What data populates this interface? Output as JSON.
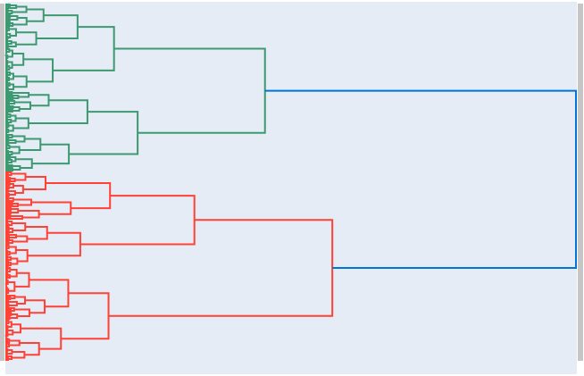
{
  "chart_data": {
    "type": "dendrogram",
    "orientation": "right",
    "title": "",
    "xlabel": "",
    "ylabel": "",
    "leaf_count": 200,
    "tick_labels_visible": false,
    "grid": false,
    "colors": {
      "cluster_a": "#3d9970",
      "cluster_b": "#ff4136",
      "root": "#0074d9",
      "plot_background": "#e5ecf6"
    },
    "clusters": [
      {
        "id": "A",
        "color_key": "cluster_a",
        "merge_height": 0.455,
        "leaves": 94
      },
      {
        "id": "B",
        "color_key": "cluster_b",
        "merge_height": 0.573,
        "leaves": 106
      }
    ],
    "root_merge_height": 1.0
  }
}
